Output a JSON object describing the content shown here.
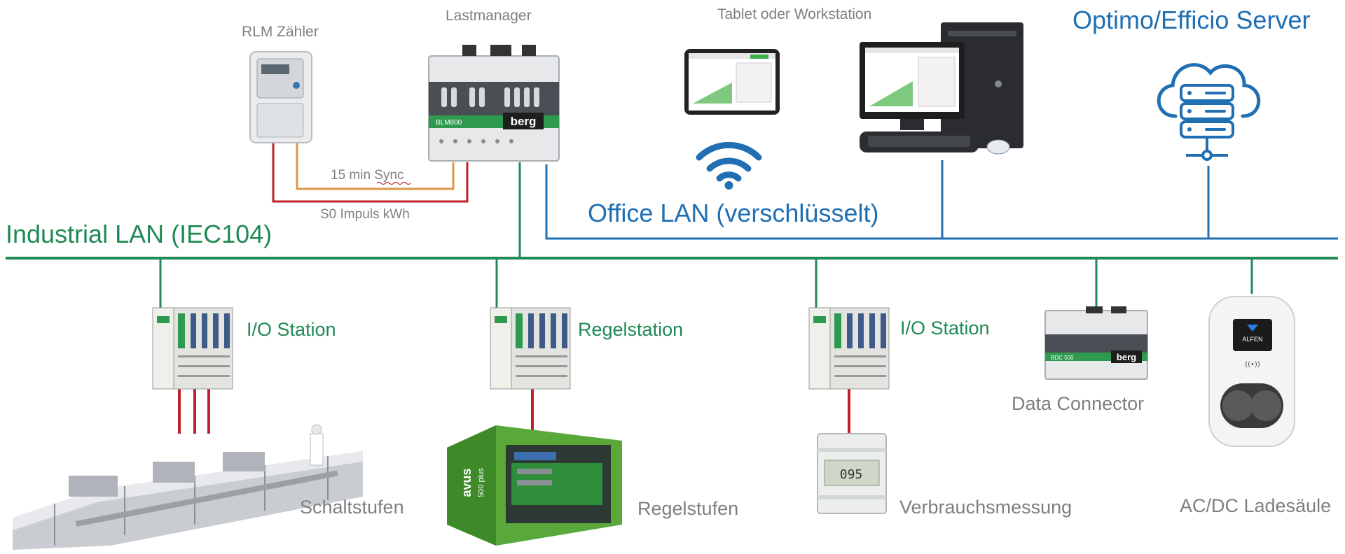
{
  "labels": {
    "rlm_meter": "RLM Zähler",
    "load_manager": "Lastmanager",
    "tablet_workstation": "Tablet oder Workstation",
    "server": "Optimo/Efficio Server",
    "sync": "15 min Sync",
    "s0": "S0 Impuls kWh",
    "office_lan": "Office LAN (verschlüsselt)",
    "industrial_lan": "Industrial LAN (IEC104)",
    "io_station_1": "I/O Station",
    "control_station": "Regelstation",
    "io_station_2": "I/O Station",
    "data_connector": "Data Connector",
    "switching_stages": "Schaltstufen",
    "control_stages": "Regelstufen",
    "consumption": "Verbrauchsmessung",
    "charger": "AC/DC Ladesäule"
  },
  "device_text": {
    "lastmanager_model": "BLM800",
    "lastmanager_brand": "berg",
    "connector_model": "BDC 500",
    "connector_brand": "berg",
    "generator_brand": "avus",
    "generator_model": "500 plus",
    "charger_brand": "ALFEN",
    "meter_display": "095"
  },
  "colors": {
    "industrial_lan": "#1f8a55",
    "office_lan": "#1f6fb2",
    "s0_wire": "#c0202a",
    "sync_wire": "#e0954a",
    "field_wire": "#c0202a"
  }
}
